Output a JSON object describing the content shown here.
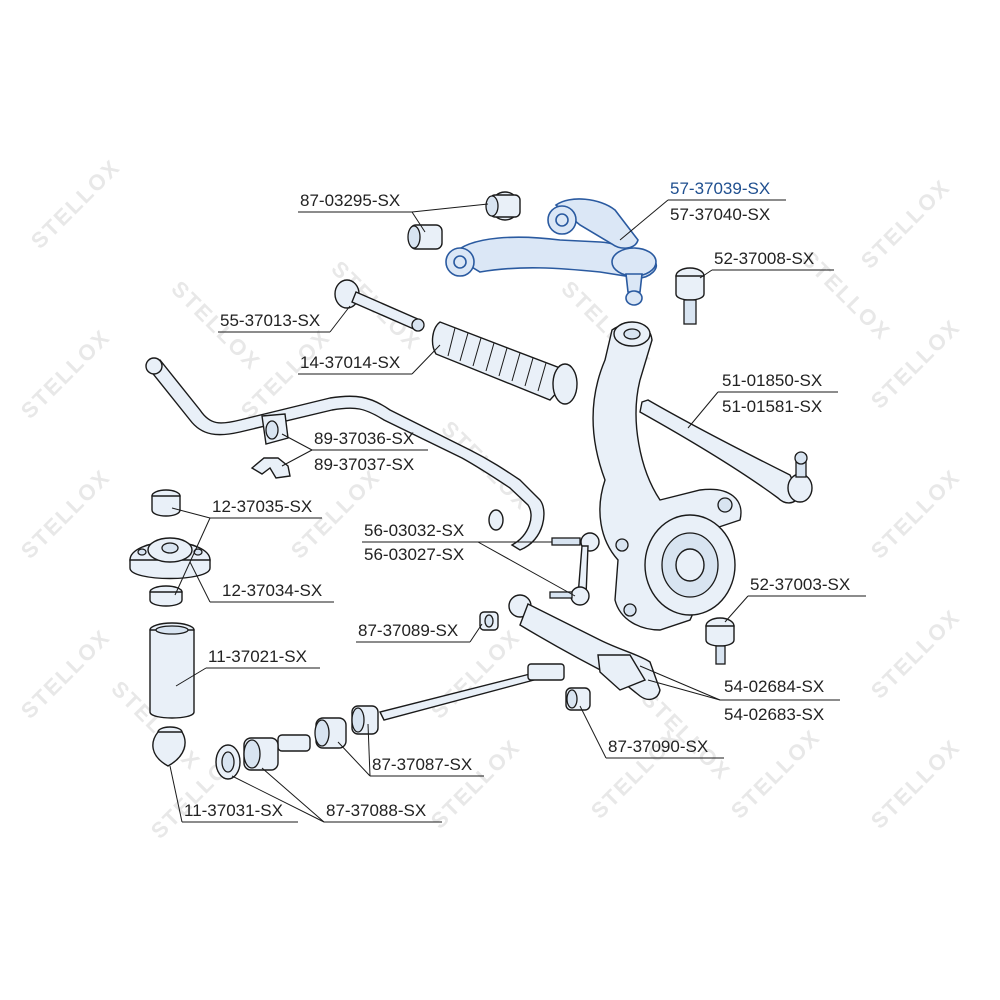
{
  "watermark": "STELLOX",
  "colors": {
    "highlight": "#1f4f8f",
    "text": "#222222",
    "part_fill": "#e9f0f8",
    "line": "#1a1a1a"
  },
  "labels": {
    "l_87_03295": "87-03295-SX",
    "l_57_37039": "57-37039-SX",
    "l_57_37040": "57-37040-SX",
    "l_52_37008": "52-37008-SX",
    "l_55_37013": "55-37013-SX",
    "l_14_37014": "14-37014-SX",
    "l_51_01850": "51-01850-SX",
    "l_51_01581": "51-01581-SX",
    "l_89_37036": "89-37036-SX",
    "l_89_37037": "89-37037-SX",
    "l_12_37035": "12-37035-SX",
    "l_56_03032": "56-03032-SX",
    "l_56_03027": "56-03027-SX",
    "l_12_37034": "12-37034-SX",
    "l_52_37003": "52-37003-SX",
    "l_87_37089": "87-37089-SX",
    "l_11_37021": "11-37021-SX",
    "l_54_02684": "54-02684-SX",
    "l_54_02683": "54-02683-SX",
    "l_87_37087": "87-37087-SX",
    "l_87_37090": "87-37090-SX",
    "l_11_37031": "11-37031-SX",
    "l_87_37088": "87-37088-SX"
  }
}
